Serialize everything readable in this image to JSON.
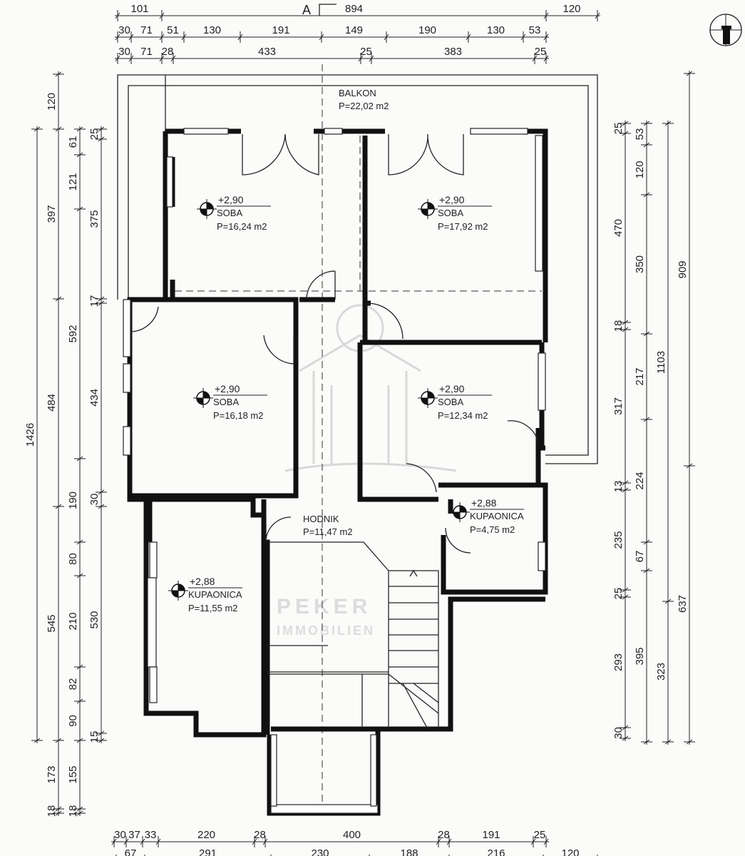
{
  "section_marker": "A",
  "watermark": {
    "brand": "PEKER",
    "sub": "IMMOBILIEN"
  },
  "icons": {
    "north_arrow": "compass-north-icon",
    "level_marker": "elevation-marker-icon"
  },
  "rooms": [
    {
      "id": "balkon",
      "name": "BALKON",
      "area": "P=22,02 m2"
    },
    {
      "id": "soba-1",
      "name": "SOBA",
      "level": "+2,90",
      "area": "P=16,24 m2"
    },
    {
      "id": "soba-2",
      "name": "SOBA",
      "level": "+2,90",
      "area": "P=17,92 m2"
    },
    {
      "id": "soba-3",
      "name": "SOBA",
      "level": "+2,90",
      "area": "P=16,18 m2"
    },
    {
      "id": "soba-4",
      "name": "SOBA",
      "level": "+2,90",
      "area": "P=12,34 m2"
    },
    {
      "id": "hodnik",
      "name": "HODNIK",
      "area": "P=11,47 m2"
    },
    {
      "id": "kupaonica-1",
      "name": "KUPAONICA",
      "level": "+2,88",
      "area": "P=4,75 m2"
    },
    {
      "id": "kupaonica-2",
      "name": "KUPAONICA",
      "level": "+2,88",
      "area": "P=11,55 m2"
    }
  ],
  "dimensions": {
    "top": [
      [
        "101",
        "894",
        "120"
      ],
      [
        "30",
        "71",
        "51",
        "130",
        "191",
        "149",
        "190",
        "130",
        "53"
      ],
      [
        "30",
        "71",
        "28",
        "433",
        "25",
        "383",
        "25"
      ]
    ],
    "bottom": [
      [
        "30",
        "37",
        "33",
        "220",
        "28",
        "400",
        "28",
        "191",
        "25"
      ],
      [
        "67",
        "291",
        "230",
        "188",
        "216",
        "120"
      ]
    ],
    "left": [
      [
        "1426"
      ],
      [
        "120",
        "397",
        "484",
        "545",
        "173",
        "18"
      ],
      [
        "61",
        "121",
        "592",
        "190",
        "80",
        "210",
        "82",
        "90",
        "155",
        "18"
      ],
      [
        "25",
        "375",
        "17",
        "434",
        "30",
        "530",
        "15"
      ]
    ],
    "right": [
      [
        "25",
        "470",
        "18",
        "317",
        "13",
        "235",
        "25",
        "293",
        "30"
      ],
      [
        "53",
        "120",
        "350",
        "217",
        "224",
        "67",
        "395"
      ],
      [
        "1103",
        "323"
      ],
      [
        "909",
        "637"
      ]
    ]
  }
}
